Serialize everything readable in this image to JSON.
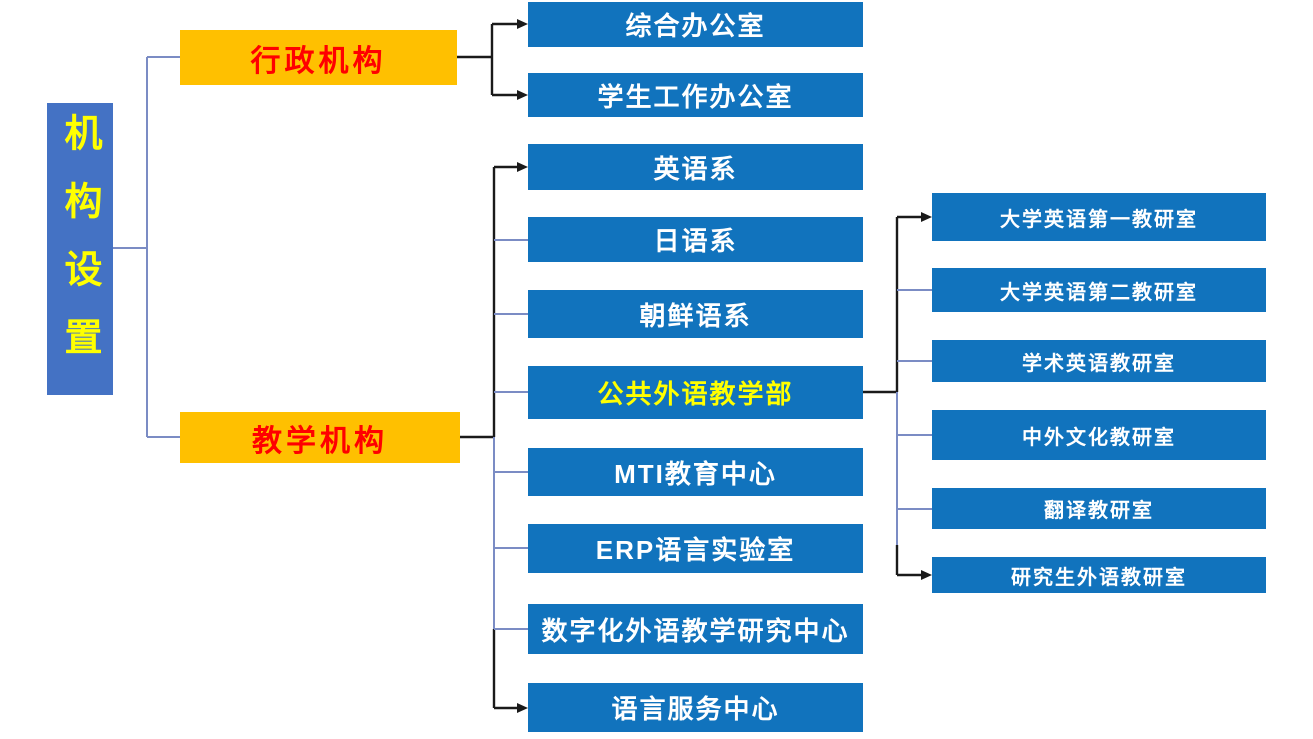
{
  "diagram": {
    "title": "机构设置",
    "root": {
      "label": "机构设置"
    },
    "level1": {
      "admin": {
        "label": "行政机构"
      },
      "teaching": {
        "label": "教学机构"
      }
    },
    "admin_children": [
      {
        "label": "综合办公室"
      },
      {
        "label": "学生工作办公室"
      }
    ],
    "teaching_children": [
      {
        "label": "英语系"
      },
      {
        "label": "日语系"
      },
      {
        "label": "朝鲜语系"
      },
      {
        "label": "公共外语教学部",
        "highlighted": true
      },
      {
        "label": "MTI教育中心"
      },
      {
        "label": "ERP语言实验室"
      },
      {
        "label": "数字化外语教学研究中心"
      },
      {
        "label": "语言服务中心"
      }
    ],
    "public_dept_children": [
      {
        "label": "大学英语第一教研室"
      },
      {
        "label": "大学英语第二教研室"
      },
      {
        "label": "学术英语教研室"
      },
      {
        "label": "中外文化教研室"
      },
      {
        "label": "翻译教研室"
      },
      {
        "label": "研究生外语教研室"
      }
    ],
    "colors": {
      "root_box": "#4472C4",
      "branch_box": "#FFC000",
      "node_box": "#1173BD",
      "root_text": "#FFFF00",
      "branch_text": "#FF0000",
      "node_text": "#FFFFFF",
      "highlight_text": "#FFFF00",
      "connector_blue": "#7B8CC4",
      "connector_black": "#1A1A1A"
    }
  }
}
